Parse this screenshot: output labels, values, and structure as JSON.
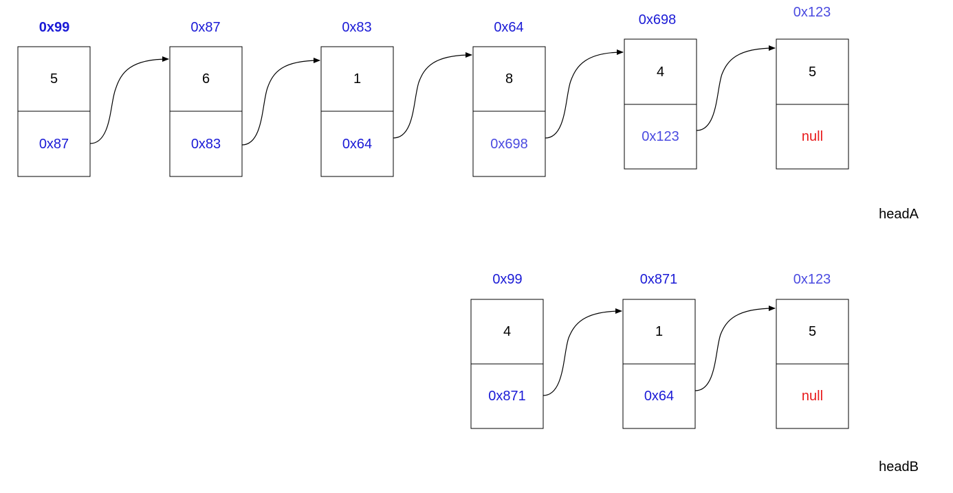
{
  "colors": {
    "address_blue": "#1a1ad6",
    "address_blue_light": "#4a4ae0",
    "null_red": "#e8191a",
    "text_black": "#000000",
    "box_stroke": "#000000"
  },
  "listA": {
    "label": "headA",
    "nodes": [
      {
        "address": "0x99",
        "value": "5",
        "next": "0x87"
      },
      {
        "address": "0x87",
        "value": "6",
        "next": "0x83"
      },
      {
        "address": "0x83",
        "value": "1",
        "next": "0x64"
      },
      {
        "address": "0x64",
        "value": "8",
        "next": "0x698"
      },
      {
        "address": "0x698",
        "value": "4",
        "next": "0x123"
      },
      {
        "address": "0x123",
        "value": "5",
        "next": "null"
      }
    ]
  },
  "listB": {
    "label": "headB",
    "nodes": [
      {
        "address": "0x99",
        "value": "4",
        "next": "0x871"
      },
      {
        "address": "0x871",
        "value": "1",
        "next": "0x64"
      },
      {
        "address": "0x123",
        "value": "5",
        "next": "null"
      }
    ]
  }
}
